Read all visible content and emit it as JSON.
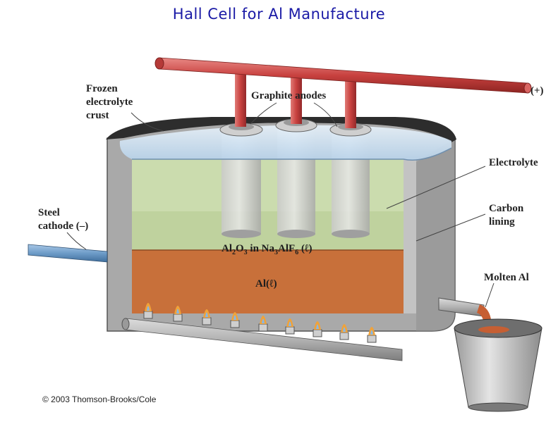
{
  "title": "Hall Cell for Al Manufacture",
  "labels": {
    "frozen_crust": [
      "Frozen",
      "electrolyte",
      "crust"
    ],
    "graphite_anodes": "Graphite anodes",
    "positive": "(+)",
    "electrolyte": "Electrolyte",
    "carbon_lining": [
      "Carbon",
      "lining"
    ],
    "steel_cathode": [
      "Steel",
      "cathode (–)"
    ],
    "electrolyte_mix": {
      "p1": "Al",
      "s1": "2",
      "p2": "O",
      "s2": "3",
      "p3": " in Na",
      "s3": "3",
      "p4": "AlF",
      "s4": "6",
      "p5": " (ℓ)"
    },
    "molten_al_layer": "Al(ℓ)",
    "molten_al": "Molten Al"
  },
  "copyright": "© 2003 Thomson-Brooks/Cole",
  "colors": {
    "title": "#1a1aa6",
    "pipe": "#c8413f",
    "electrolyte": "#cbdcae",
    "aluminum_layer": "#c8703a",
    "steel_shell": "#a9a9a9",
    "frozen_crust": "#cfe3f3"
  }
}
